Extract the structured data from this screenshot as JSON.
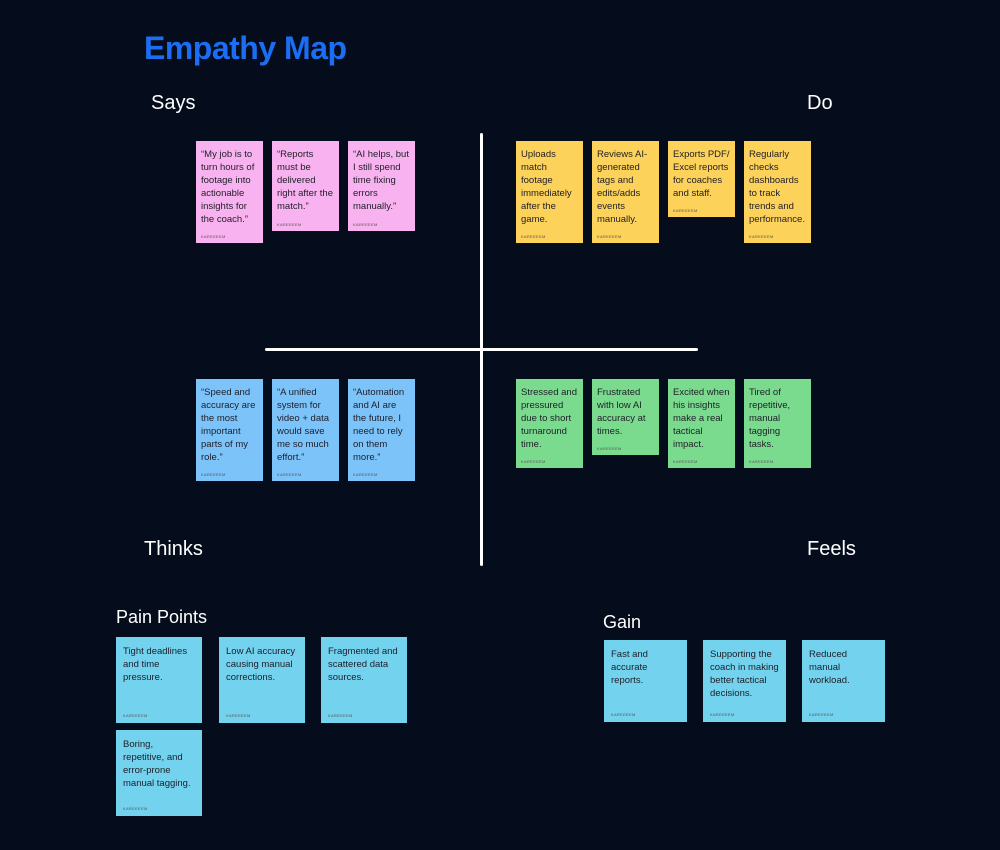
{
  "title": "Empathy Map",
  "quadrants": {
    "says": "Says",
    "do": "Do",
    "thinks": "Thinks",
    "feels": "Feels"
  },
  "author": "KAREEEEM",
  "colors": {
    "says": "#f8b2ef",
    "do": "#fcd25a",
    "thinks": "#7cc3fa",
    "feels": "#7adb8e",
    "pain_gain": "#73d2ee",
    "title": "#1b6ef3",
    "background": "#050d1c"
  },
  "says": [
    "“My job is to turn hours of footage into actionable insights for the coach.”",
    "“Reports must be delivered right after the match.”",
    "“AI helps, but I still spend time fixing errors manually.”"
  ],
  "do": [
    "Uploads match footage immediately after the game.",
    "Reviews AI-generated tags and edits/adds events manually.",
    "Exports PDF/ Excel reports for coaches and staff.",
    "Regularly checks dashboards to track trends and performance."
  ],
  "thinks": [
    "“Speed and accuracy are the most important parts of my role.”",
    "“A unified system for video + data would save me so much effort.”",
    "“Automation and AI are the future, I need to rely on them more.”"
  ],
  "feels": [
    "Stressed and pressured due to short turnaround time.",
    "Frustrated with low AI accuracy at times.",
    "Excited when his insights make a real tactical impact.",
    "Tired of repetitive, manual tagging tasks."
  ],
  "pain_points": {
    "heading": "Pain Points",
    "items": [
      "Tight deadlines and time pressure.",
      "Low AI accuracy causing manual corrections.",
      "Fragmented and scattered data sources.",
      "Boring, repetitive, and error-prone manual tagging."
    ]
  },
  "gain": {
    "heading": "Gain",
    "items": [
      "Fast and accurate reports.",
      "Supporting the coach in making better tactical decisions.",
      "Reduced manual workload."
    ]
  }
}
